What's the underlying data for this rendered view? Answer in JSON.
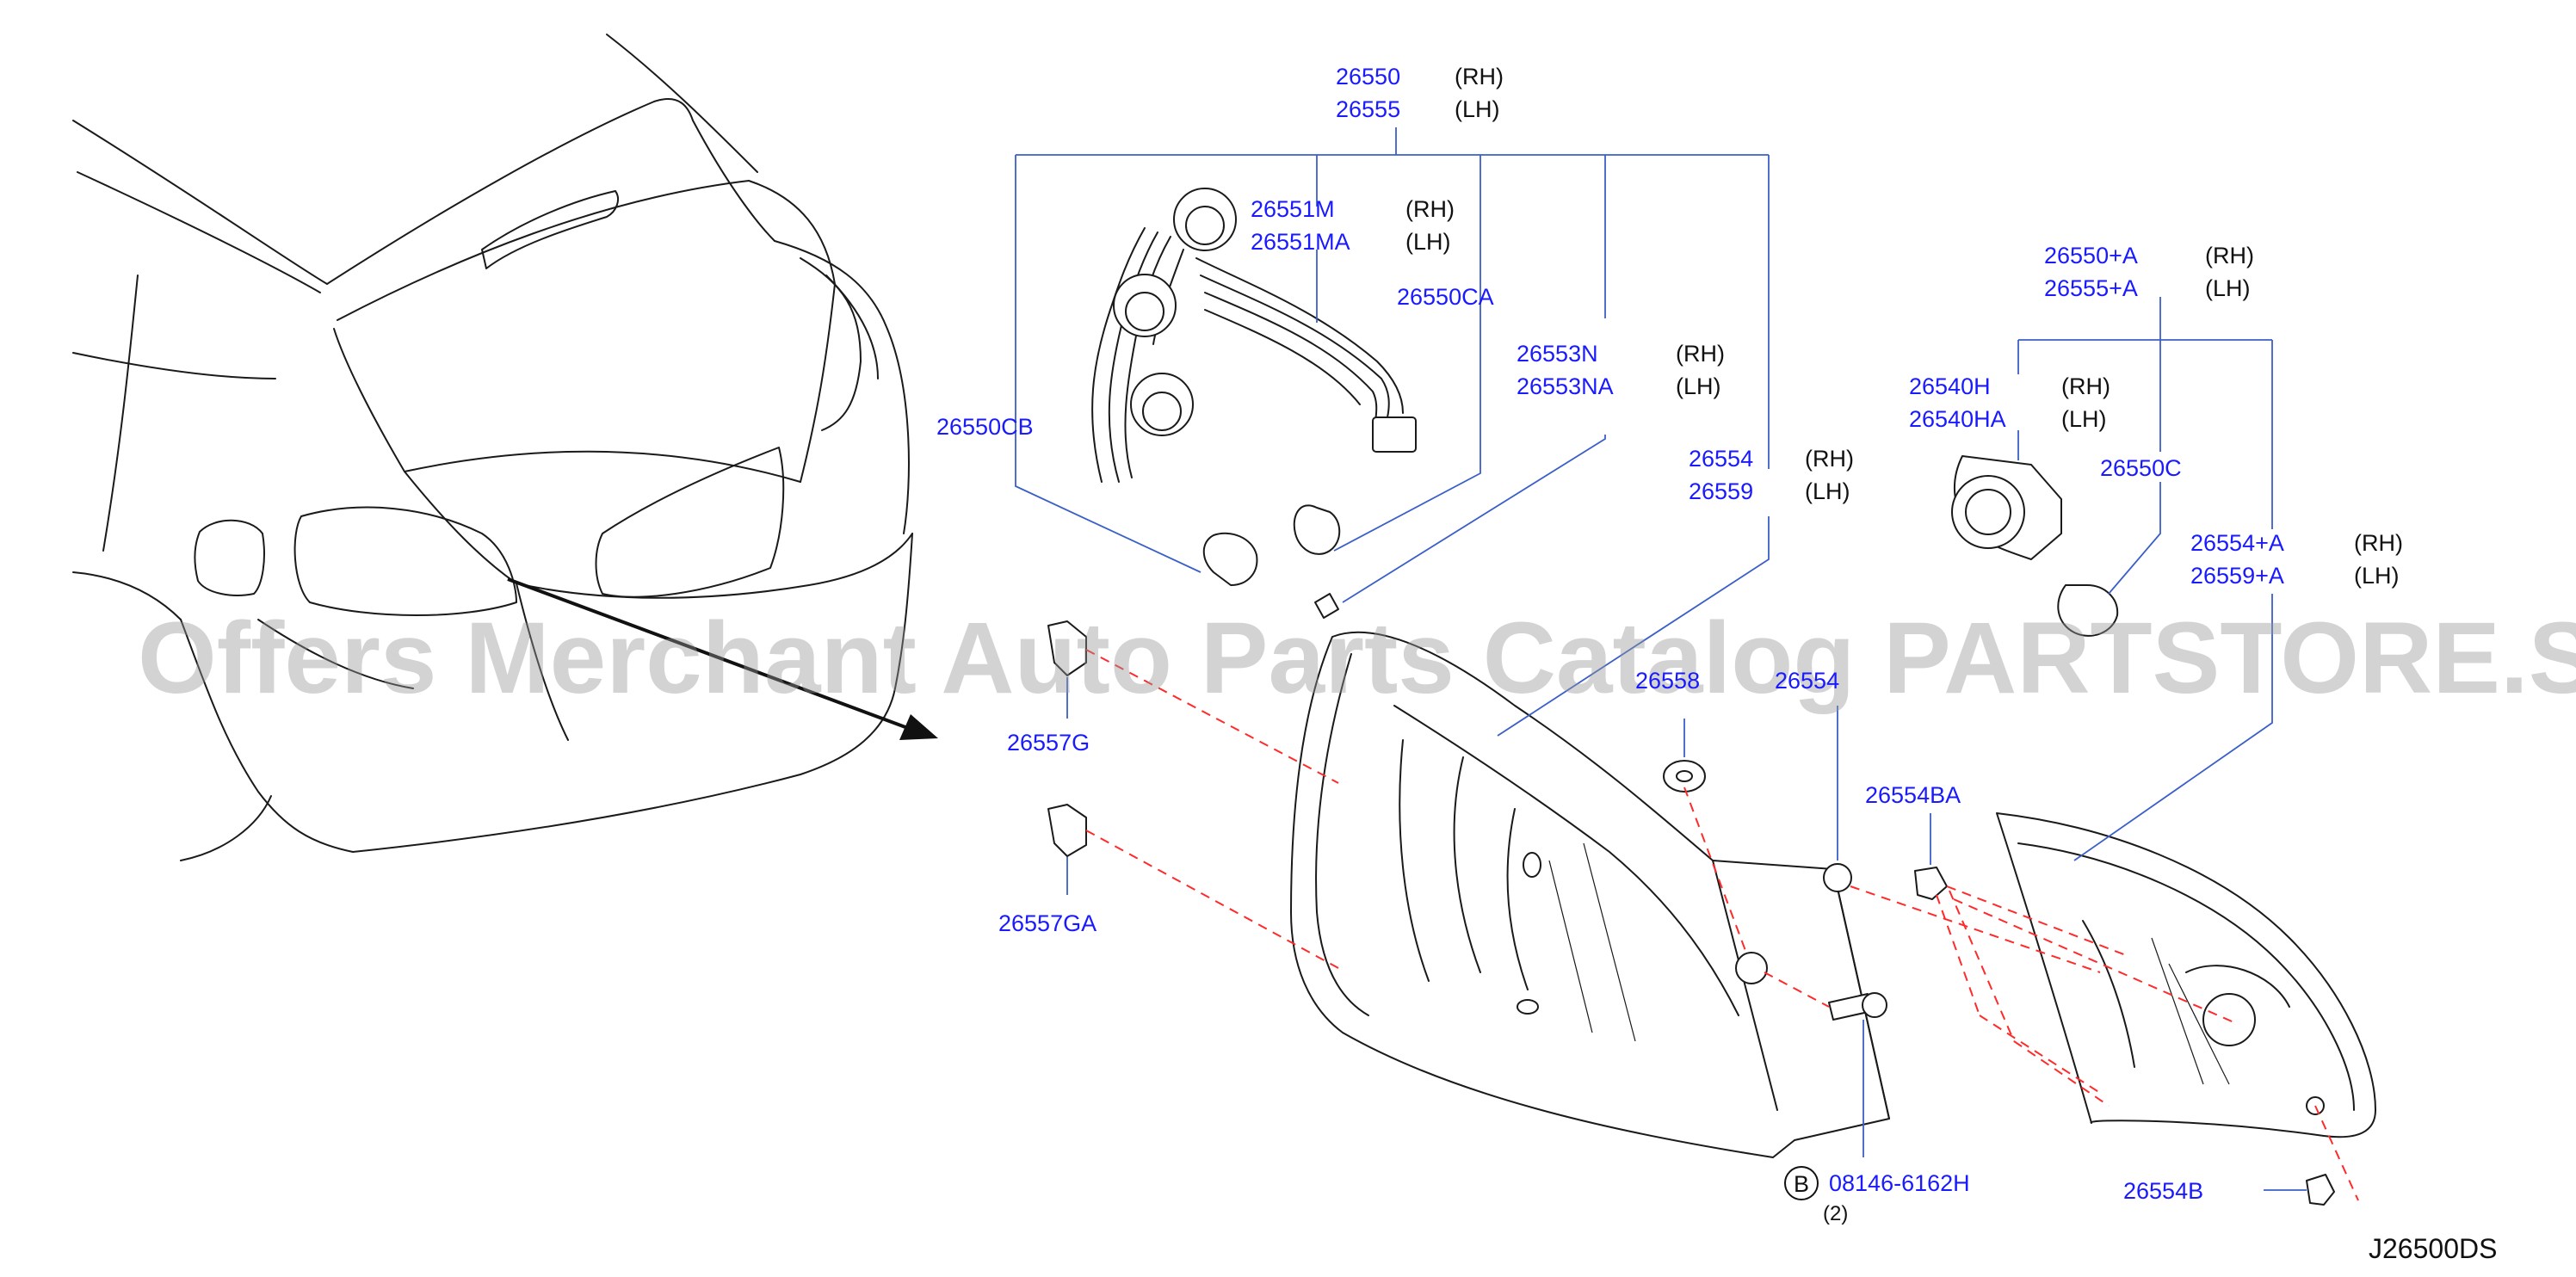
{
  "watermark": "Offers Merchant Auto Parts Catalog PARTSTORE.SA",
  "diagram_code": "J26500DS",
  "side_labels": {
    "rh": "(RH)",
    "lh": "(LH)"
  },
  "labels": {
    "p26550": "26550",
    "p26555": "26555",
    "p26551M": "26551M",
    "p26551MA": "26551MA",
    "p26550CA": "26550CA",
    "p26553N": "26553N",
    "p26553NA": "26553NA",
    "p26550CB": "26550CB",
    "p26554": "26554",
    "p26559": "26559",
    "p26557G": "26557G",
    "p26557GA": "26557GA",
    "p26558_partial": "26558",
    "p26554_partial": "26554",
    "p26554BA": "26554BA",
    "p08146": "08146-6162H",
    "p08146_qty": "(2)",
    "bolt_marker": "B",
    "p26550A": "26550+A",
    "p26555A": "26555+A",
    "p26540H": "26540H",
    "p26540HA": "26540HA",
    "p26550C": "26550C",
    "p26554A": "26554+A",
    "p26559A": "26559+A",
    "p26554B": "26554B"
  }
}
